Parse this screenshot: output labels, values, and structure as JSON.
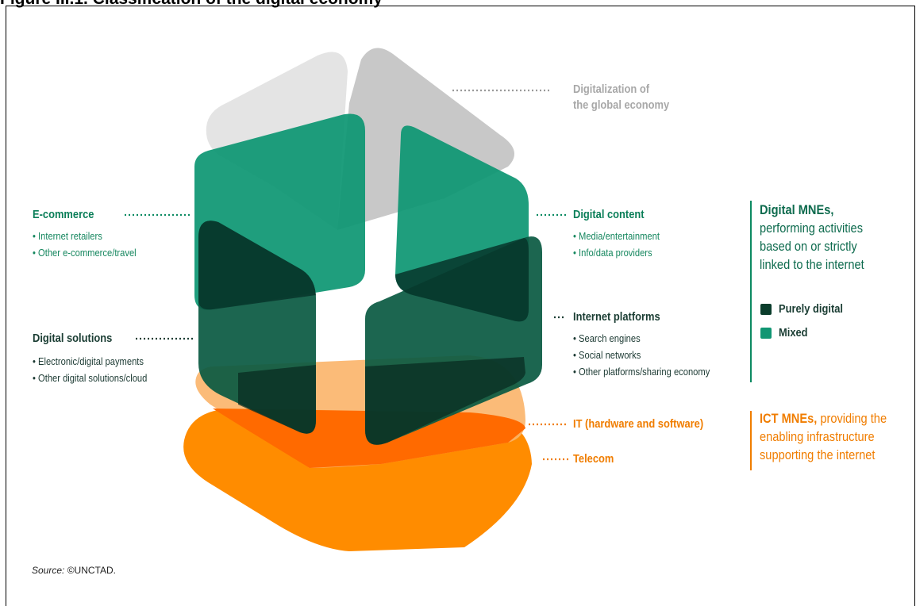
{
  "header": {
    "title_cut": "Figure III.1. Classification of the digital economy"
  },
  "layers": {
    "top": {
      "label": "Digitalization of",
      "label2": "the global economy"
    },
    "ecommerce": {
      "title": "E-commerce",
      "items": [
        "• Internet retailers",
        "• Other e-commerce/travel"
      ]
    },
    "digital_solutions": {
      "title": "Digital solutions",
      "items": [
        "• Electronic/digital payments",
        "• Other digital solutions/cloud"
      ]
    },
    "digital_content": {
      "title": "Digital content",
      "items": [
        "• Media/entertainment",
        "• Info/data providers"
      ]
    },
    "internet_platforms": {
      "title": "Internet platforms",
      "items": [
        "• Search engines",
        "• Social networks",
        "• Other platforms/sharing economy"
      ]
    },
    "it": {
      "title": "IT (hardware and software)"
    },
    "telecom": {
      "title": "Telecom"
    }
  },
  "side": {
    "digital": {
      "title_bold": "Digital MNEs,",
      "lines": [
        "performing activities",
        "based on or strictly",
        "linked to the internet"
      ]
    },
    "legend": [
      {
        "label": "Purely digital",
        "color": "#0b3d2c"
      },
      {
        "label": "Mixed",
        "color": "#119673"
      }
    ],
    "ict": {
      "title_bold": "ICT MNEs,",
      "rest": " providing the",
      "lines": [
        "enabling infrastructure",
        "supporting the internet"
      ]
    }
  },
  "footer": {
    "source_label": "Source:",
    "source_value": "©UNCTAD."
  },
  "colors": {
    "dark_green": "#0b3d2c",
    "mixed_green": "#119673",
    "orange": "#f07d00",
    "light_orange": "#f8b56b",
    "grey": "#c9c9c9"
  }
}
